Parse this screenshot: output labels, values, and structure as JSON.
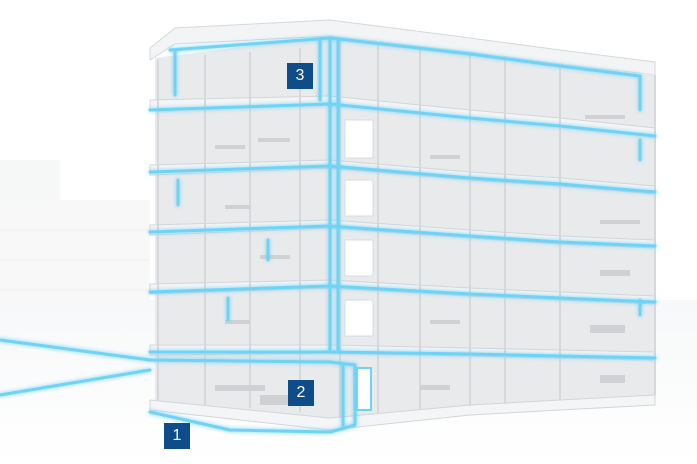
{
  "colors": {
    "background": "#ffffff",
    "building_wall": "#e6e8ea",
    "building_floor": "#f1f2f3",
    "room_interior": "#dedfe1",
    "duct": "#6fd3f5",
    "duct_glow": "#bfeefd",
    "marker": "#0f4c8a",
    "marker_text": "#ffffff"
  },
  "markers": [
    {
      "label": "1"
    },
    {
      "label": "2"
    },
    {
      "label": "3"
    }
  ],
  "building": {
    "floors": 6,
    "description_icons": [
      "duct-network",
      "elevator-shaft",
      "room-furniture"
    ]
  }
}
